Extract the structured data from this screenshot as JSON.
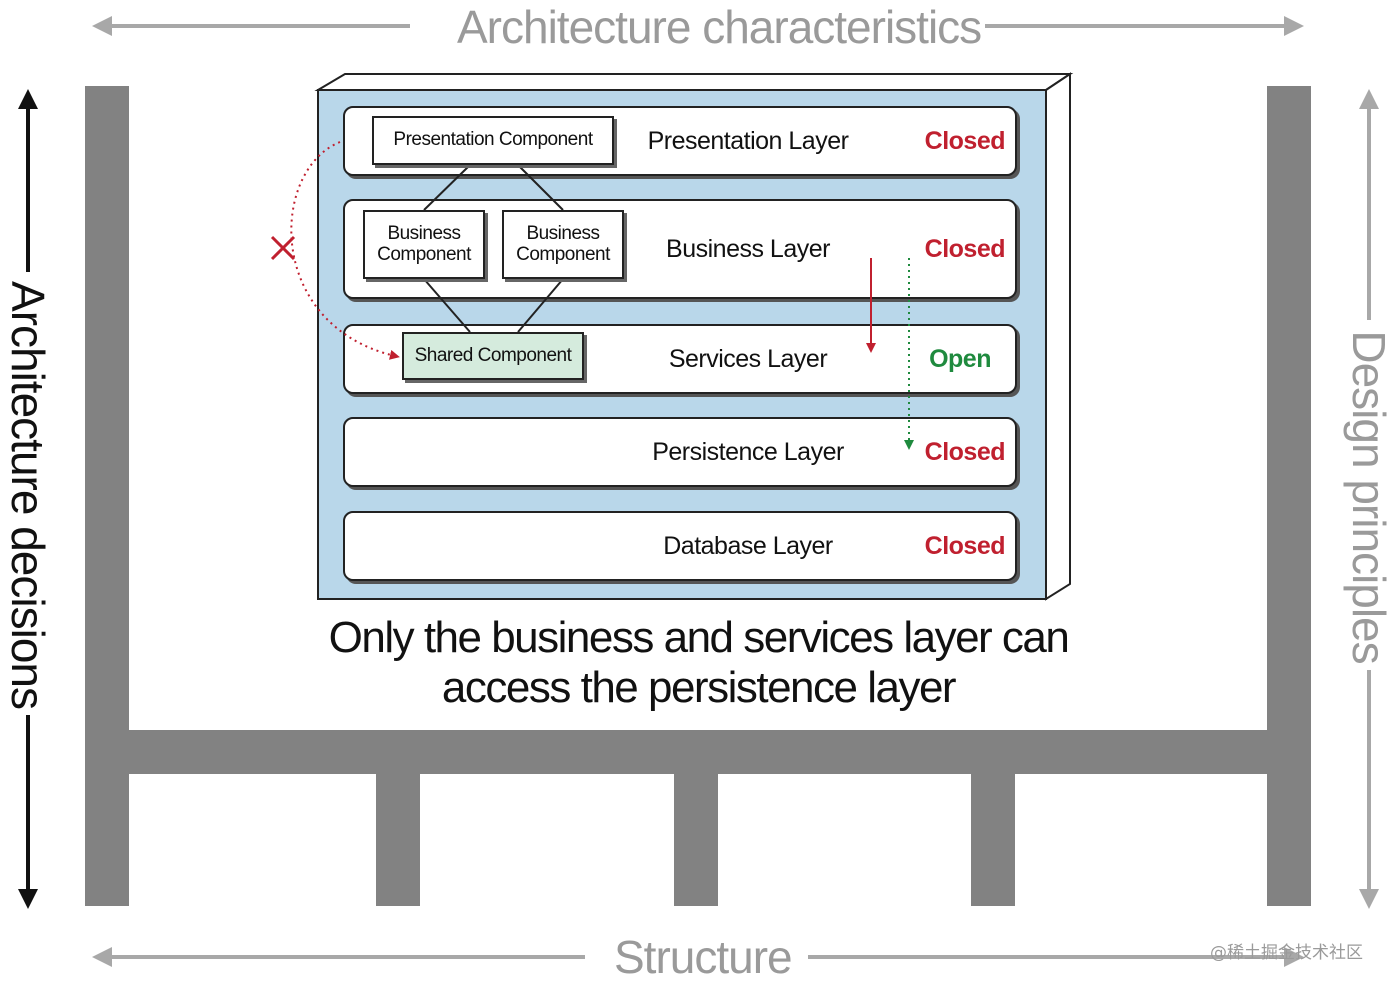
{
  "axes": {
    "top": "Architecture characteristics",
    "bottom": "Structure",
    "left": "Architecture decisions",
    "right": "Design principles"
  },
  "layers": [
    {
      "name": "Presentation Layer",
      "status": "Closed",
      "status_color": "#c0202f"
    },
    {
      "name": "Business Layer",
      "status": "Closed",
      "status_color": "#c0202f"
    },
    {
      "name": "Services Layer",
      "status": "Open",
      "status_color": "#1f8a3e"
    },
    {
      "name": "Persistence Layer",
      "status": "Closed",
      "status_color": "#c0202f"
    },
    {
      "name": "Database Layer",
      "status": "Closed",
      "status_color": "#c0202f"
    }
  ],
  "components": {
    "presentation": "Presentation Component",
    "business_1": "Business Component",
    "business_2": "Business Component",
    "shared": "Shared Component"
  },
  "caption": {
    "line1": "Only the business and services layer can",
    "line2": "access the persistence layer"
  },
  "watermark": "@稀土掘金技术社区",
  "colors": {
    "panel": "#b9d7ea",
    "shared_component": "#d5ebdd",
    "closed": "#c0202f",
    "open": "#1f8a3e",
    "structure": "#828282",
    "axis_arrow_gray": "#a8a8a8"
  }
}
